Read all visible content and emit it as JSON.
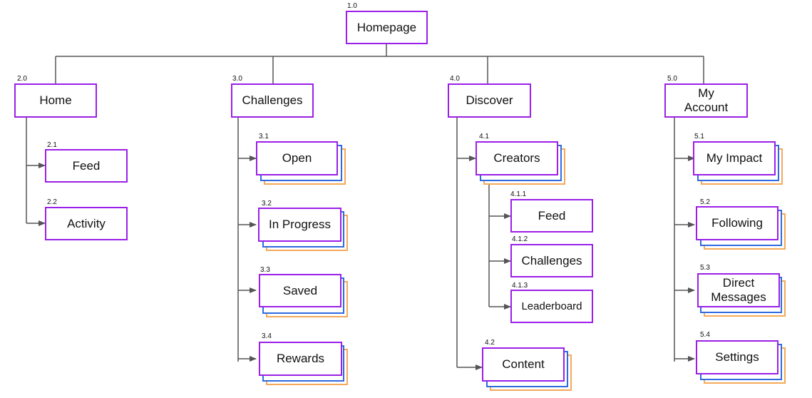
{
  "colors": {
    "node_border": "#9b1fe8",
    "stack_blue": "#2f6be0",
    "stack_orange": "#f4a95a",
    "connector": "#555555"
  },
  "root": {
    "num": "1.0",
    "label": "Homepage"
  },
  "sections": [
    {
      "num": "2.0",
      "label": "Home",
      "children": [
        {
          "num": "2.1",
          "label": "Feed"
        },
        {
          "num": "2.2",
          "label": "Activity"
        }
      ]
    },
    {
      "num": "3.0",
      "label": "Challenges",
      "children": [
        {
          "num": "3.1",
          "label": "Open"
        },
        {
          "num": "3.2",
          "label": "In Progress"
        },
        {
          "num": "3.3",
          "label": "Saved"
        },
        {
          "num": "3.4",
          "label": "Rewards"
        }
      ]
    },
    {
      "num": "4.0",
      "label": "Discover",
      "children": [
        {
          "num": "4.1",
          "label": "Creators",
          "children": [
            {
              "num": "4.1.1",
              "label": "Feed"
            },
            {
              "num": "4.1.2",
              "label": "Challenges"
            },
            {
              "num": "4.1.3",
              "label": "Leaderboard"
            }
          ]
        },
        {
          "num": "4.2",
          "label": "Content"
        }
      ]
    },
    {
      "num": "5.0",
      "label": "My Account",
      "children": [
        {
          "num": "5.1",
          "label": "My Impact"
        },
        {
          "num": "5.2",
          "label": "Following"
        },
        {
          "num": "5.3",
          "label": "Direct Messages"
        },
        {
          "num": "5.4",
          "label": "Settings"
        }
      ]
    }
  ]
}
